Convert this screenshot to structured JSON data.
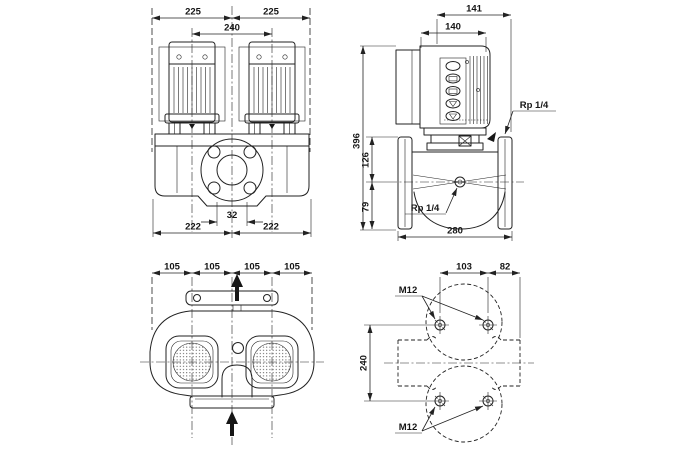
{
  "page": {
    "background": "#ffffff",
    "line_color": "#222222",
    "description": "Twin-head inline pump dimensional drawing, four views"
  },
  "views": {
    "front": {
      "dims": {
        "top_left": "225",
        "top_right": "225",
        "motor_spacing": "240",
        "port_width": "32",
        "bottom_left": "222",
        "bottom_right": "222"
      }
    },
    "side": {
      "dims": {
        "total_depth": "141",
        "motor_depth": "140",
        "total_height": "396",
        "mid_height": "126",
        "base_height": "79",
        "length": "280"
      },
      "labels": {
        "top_port": "Rp 1/4",
        "mid_port": "Rp 1/4"
      }
    },
    "top": {
      "dims": {
        "seg1": "105",
        "seg2": "105",
        "seg3": "105",
        "seg4": "105"
      }
    },
    "bolt_plan": {
      "dims": {
        "hole_pitch": "103",
        "edge_offset": "82",
        "vertical_pitch": "240"
      },
      "labels": {
        "top_holes": "M12",
        "bottom_holes": "M12"
      }
    }
  }
}
